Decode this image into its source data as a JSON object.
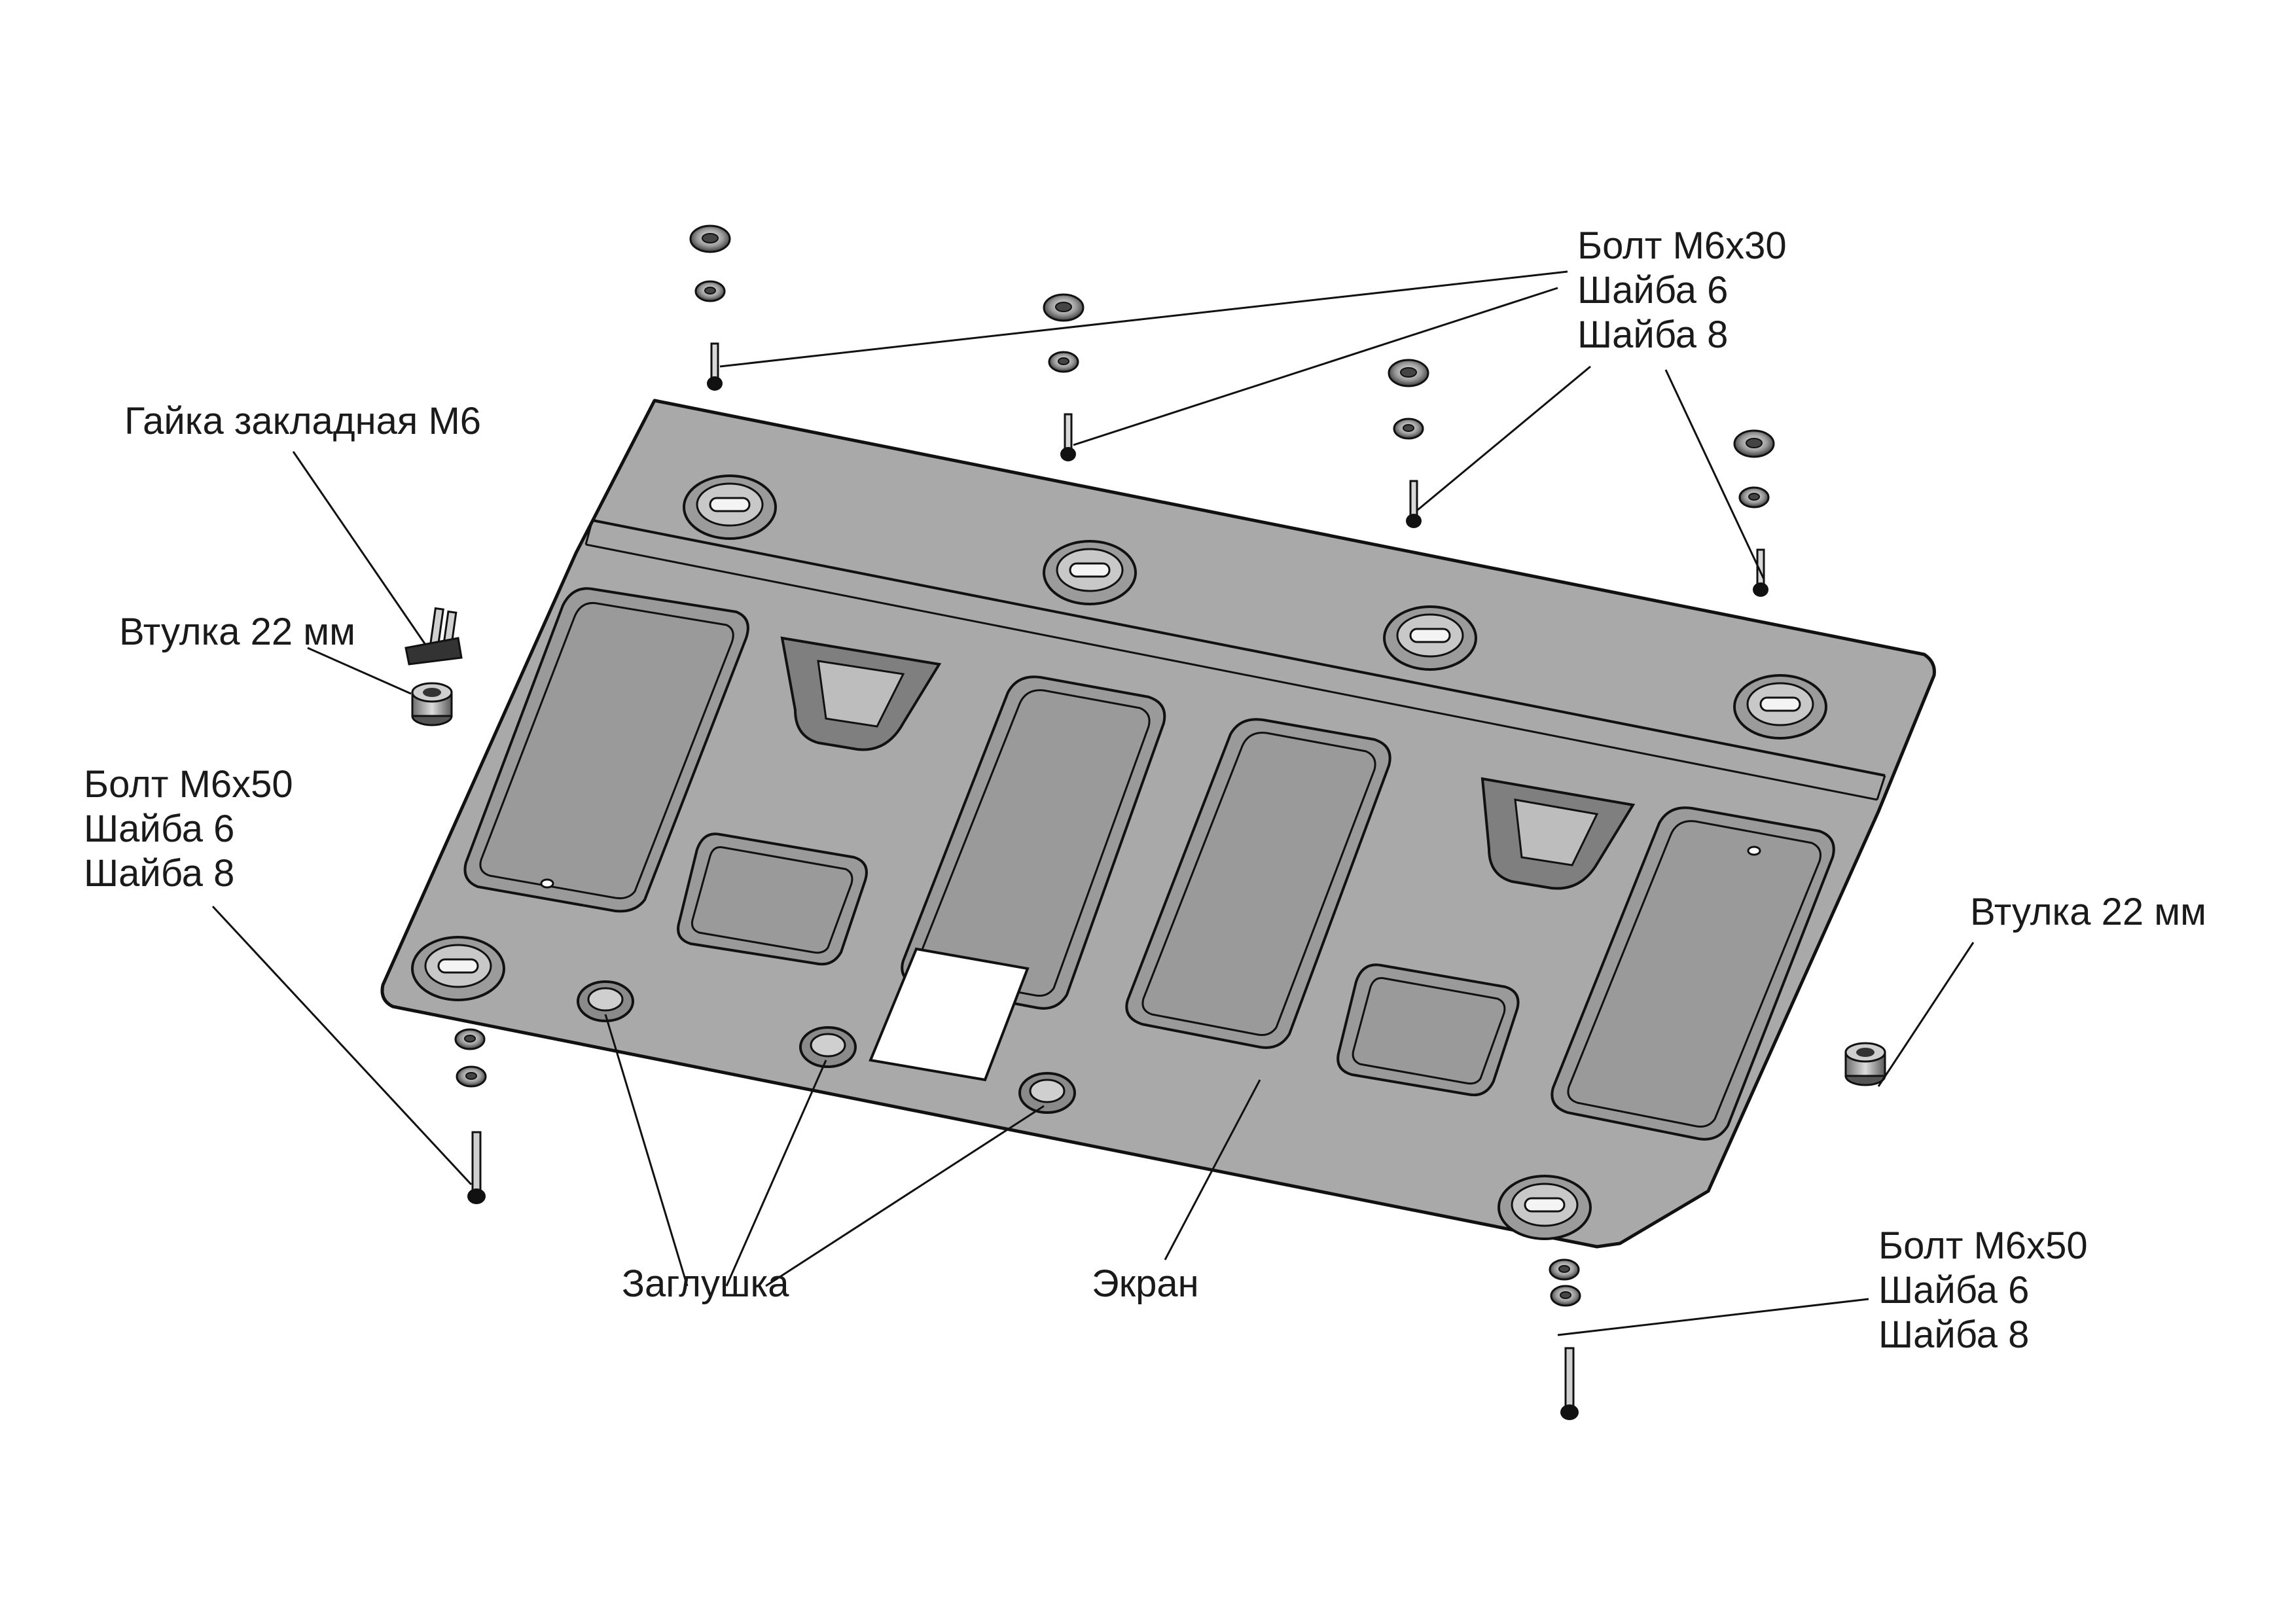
{
  "labels": {
    "bolt_m6x30": [
      "Болт М6х30",
      "Шайба 6",
      "Шайба 8"
    ],
    "embedded_nut": "Гайка закладная М6",
    "bushing_left": "Втулка 22 мм",
    "bolt_m6x50_left": [
      "Болт М6х50",
      "Шайба 6",
      "Шайба 8"
    ],
    "bushing_right": "Втулка 22 мм",
    "plug": "Заглушка",
    "screen": "Экран",
    "bolt_m6x50_right": [
      "Болт М6х50",
      "Шайба 6",
      "Шайба 8"
    ]
  },
  "colors": {
    "plate": "#a9a9a9",
    "plate_dark": "#8e8e8e",
    "outline": "#111111",
    "background": "#ffffff"
  }
}
